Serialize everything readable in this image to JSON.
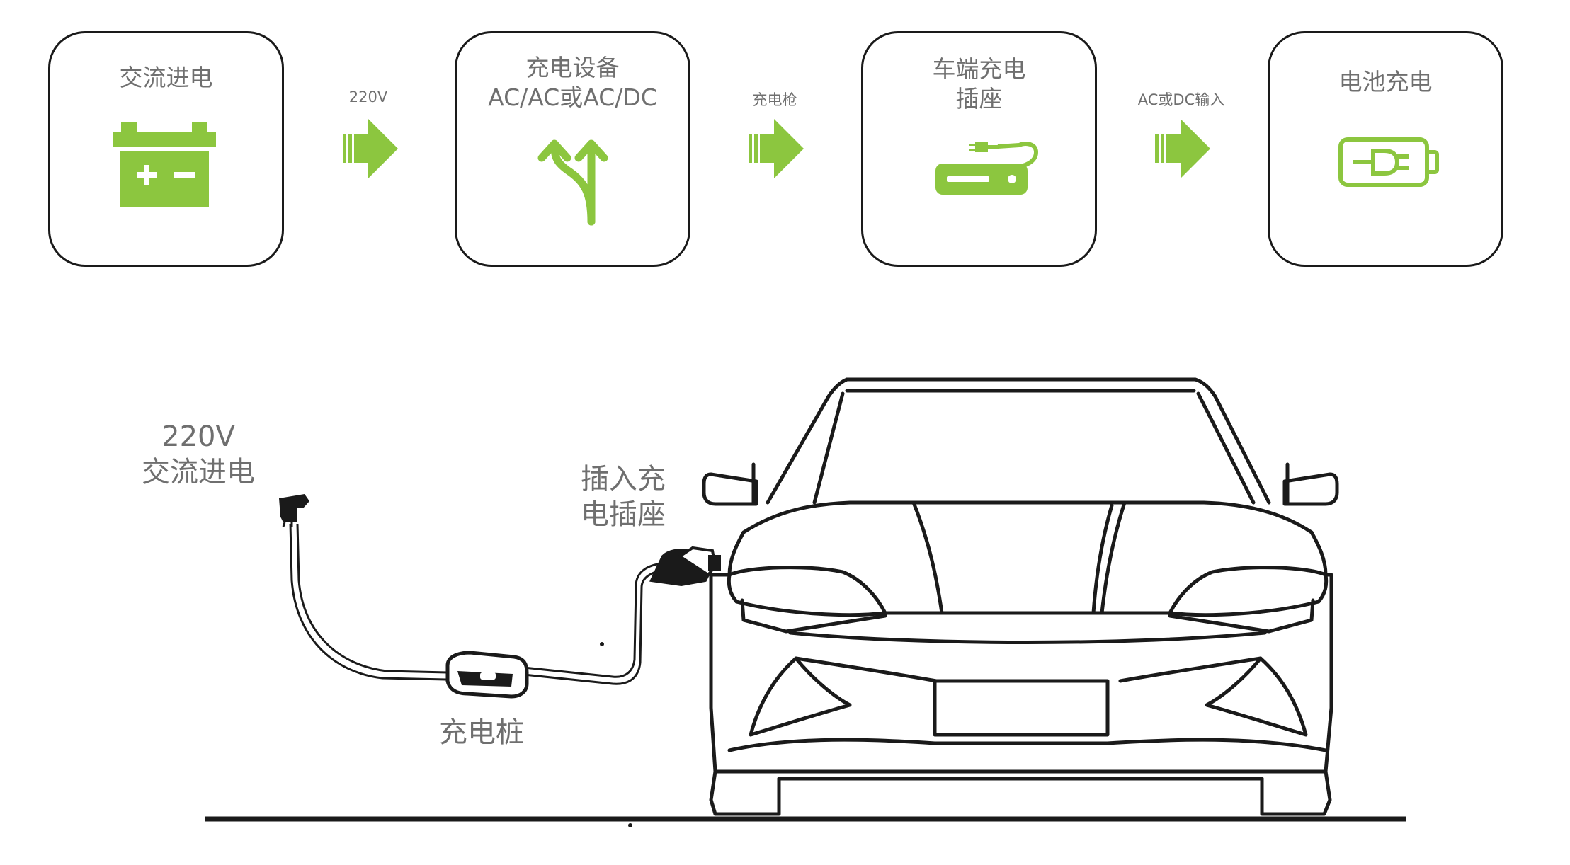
{
  "steps": [
    {
      "label": "交流进电",
      "icon": "car-battery-icon"
    },
    {
      "label": "充电设备\nAC/AC或AC/DC",
      "icon": "split-arrows-icon"
    },
    {
      "label": "车端充电\n插座",
      "icon": "power-bank-plug-icon"
    },
    {
      "label": "电池充电",
      "icon": "battery-plug-icon"
    }
  ],
  "connectors": [
    {
      "label": "220V"
    },
    {
      "label": "充电枪"
    },
    {
      "label": "AC或DC输入"
    }
  ],
  "scene": {
    "power_in": "220V\n交流进电",
    "plug_in": "插入充\n电插座",
    "charger": "充电桩"
  },
  "colors": {
    "accent_green": "#8cc63f",
    "outline": "#1a1a1a",
    "label_gray": "#6f6f6f"
  }
}
